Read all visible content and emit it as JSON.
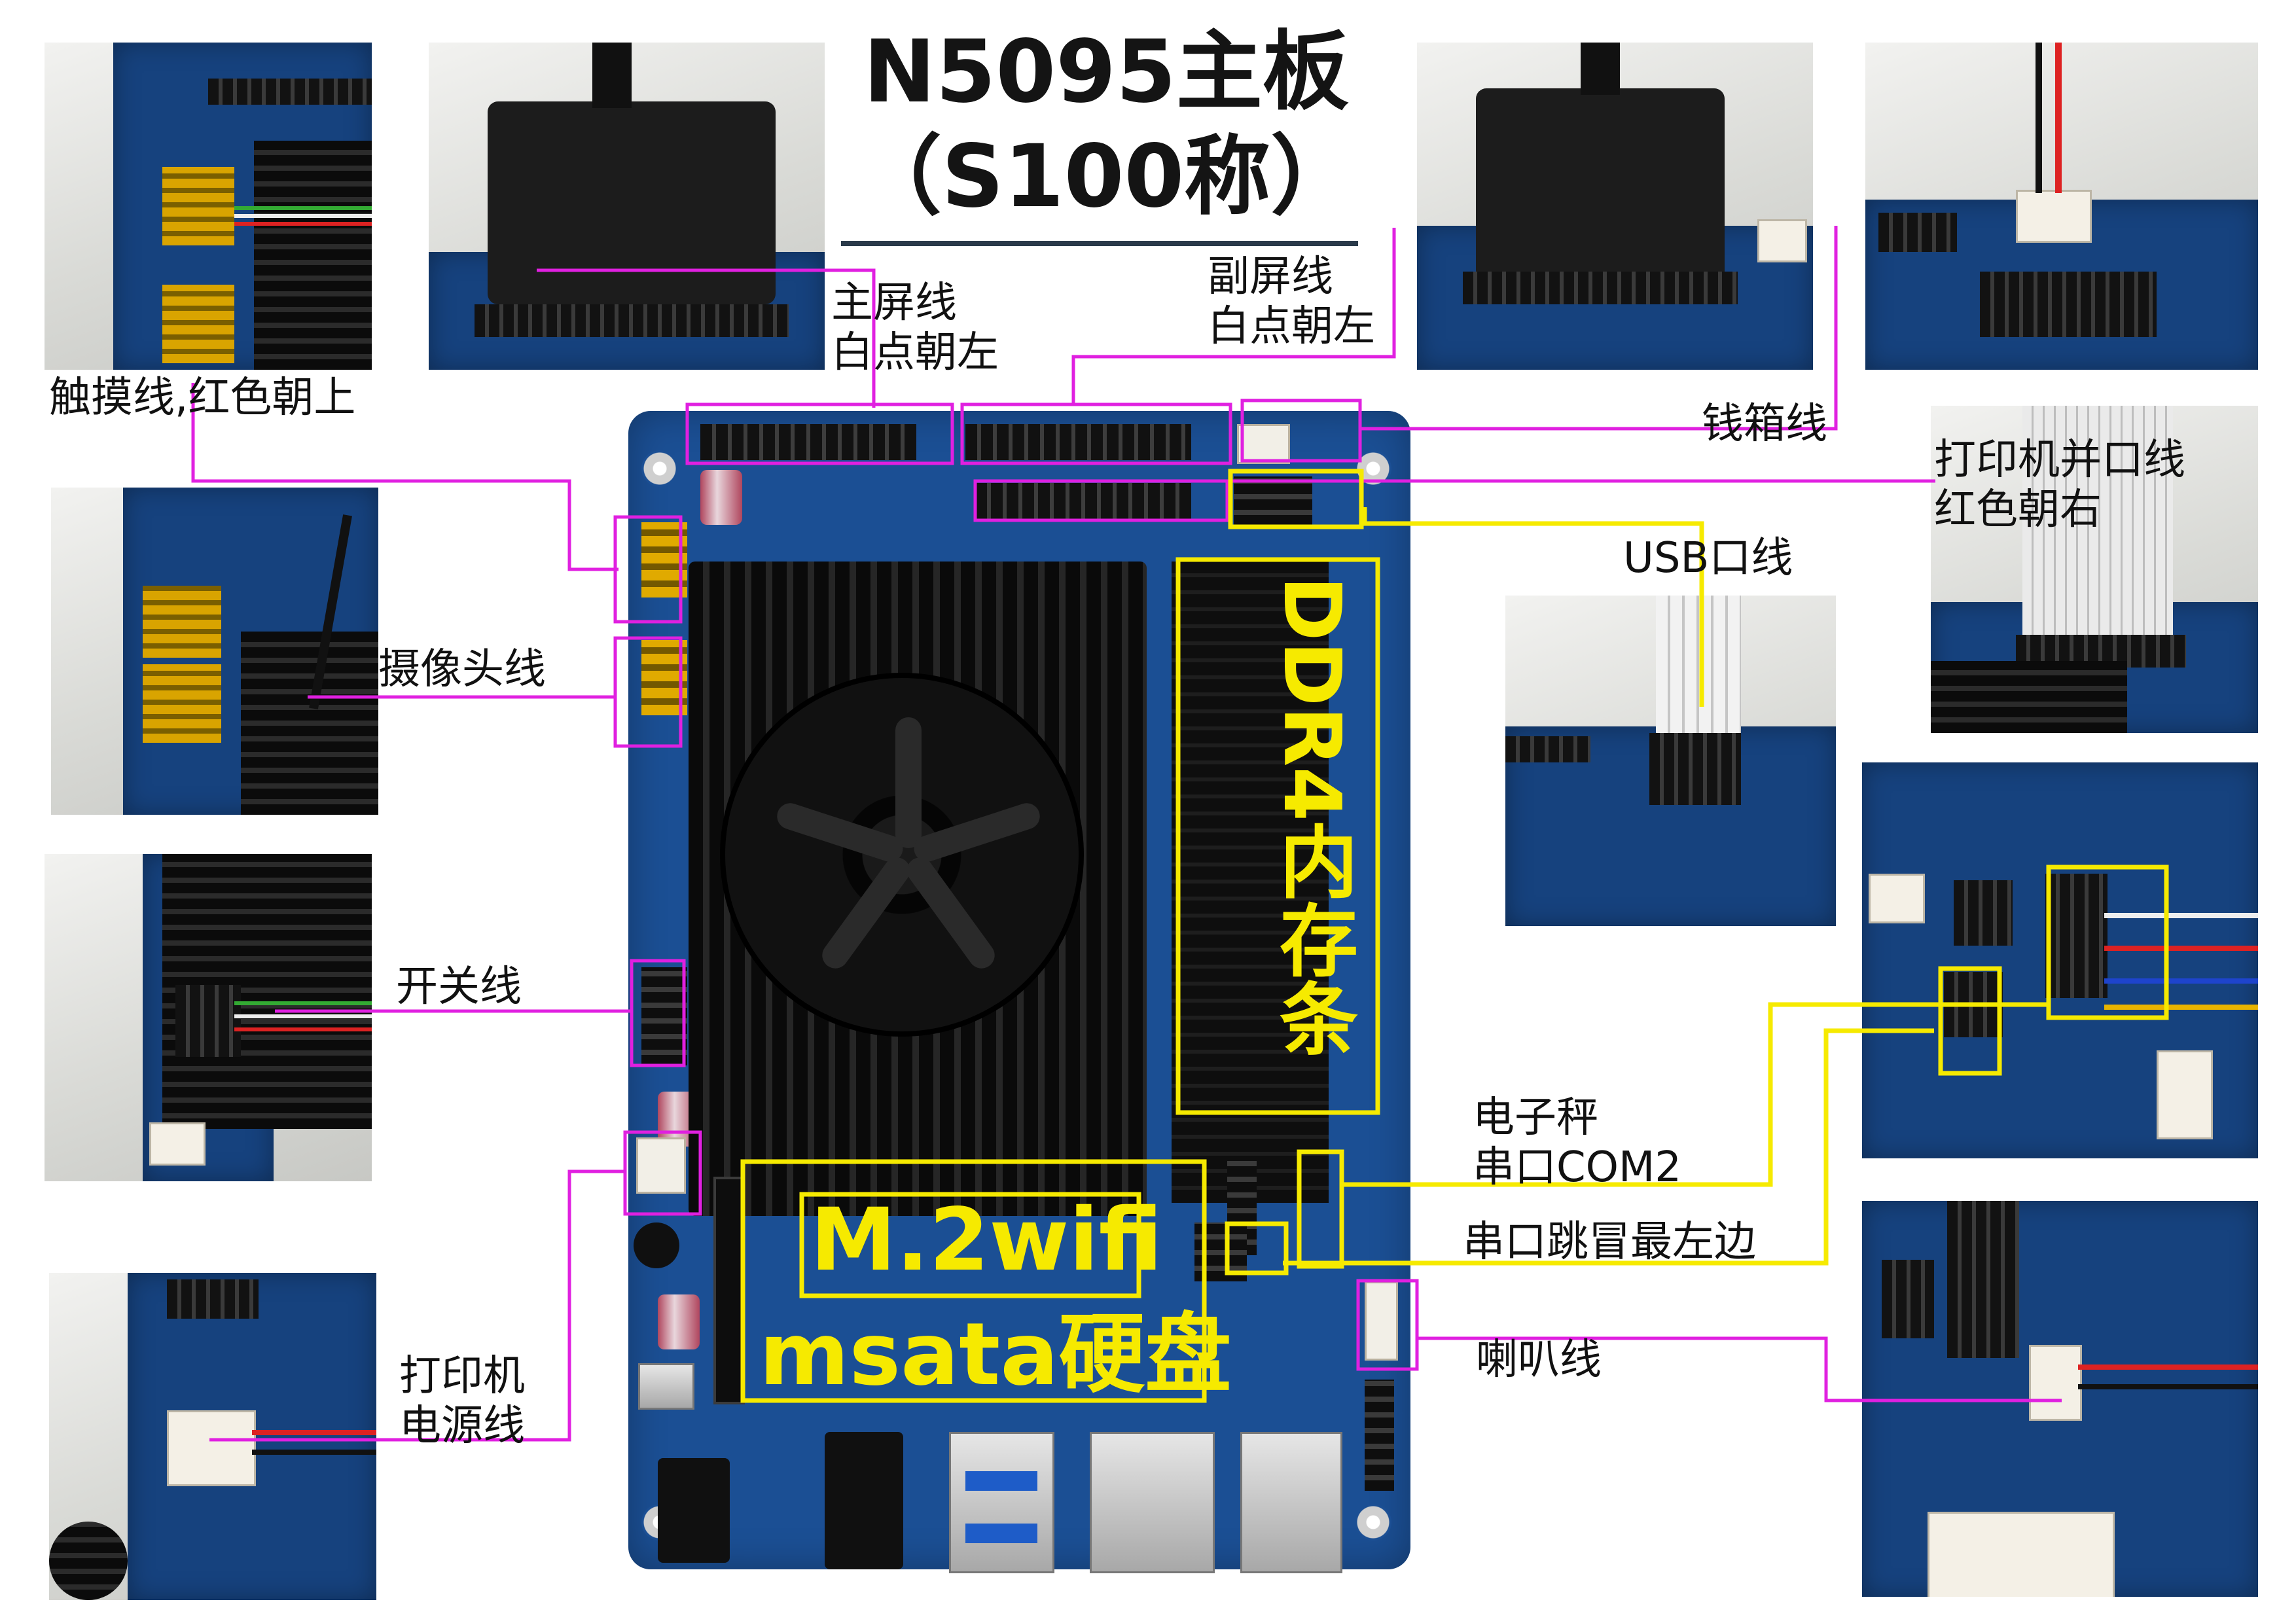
{
  "title": {
    "line1": "N5095主板",
    "line2": "（S100称）"
  },
  "colors": {
    "leader_line": "#e020e0",
    "highlight_box": "#f6ea00",
    "board_pcb": "#1b4f94"
  },
  "labels": {
    "touch_line": "触摸线,红色朝上",
    "main_screen_line1": "主屏线",
    "main_screen_line2": "白点朝左",
    "sub_screen_line1": "副屏线",
    "sub_screen_line2": "白点朝左",
    "cash_drawer": "钱箱线",
    "parallel_line1": "打印机并口线",
    "parallel_line2": "红色朝右",
    "usb_line": "USB口线",
    "camera_line": "摄像头线",
    "power_switch": "开关线",
    "scale_line1": "电子秤",
    "scale_line2": "串口COM2",
    "serial_jumper": "串口跳冒最左边",
    "speaker_line": "喇叭线",
    "printer_power_line1": "打印机",
    "printer_power_line2": "电源线"
  },
  "board_annotations": {
    "ddr4": "DDR4内存条",
    "m2_wifi": "M.2wifi",
    "msata": "msata硬盘"
  }
}
